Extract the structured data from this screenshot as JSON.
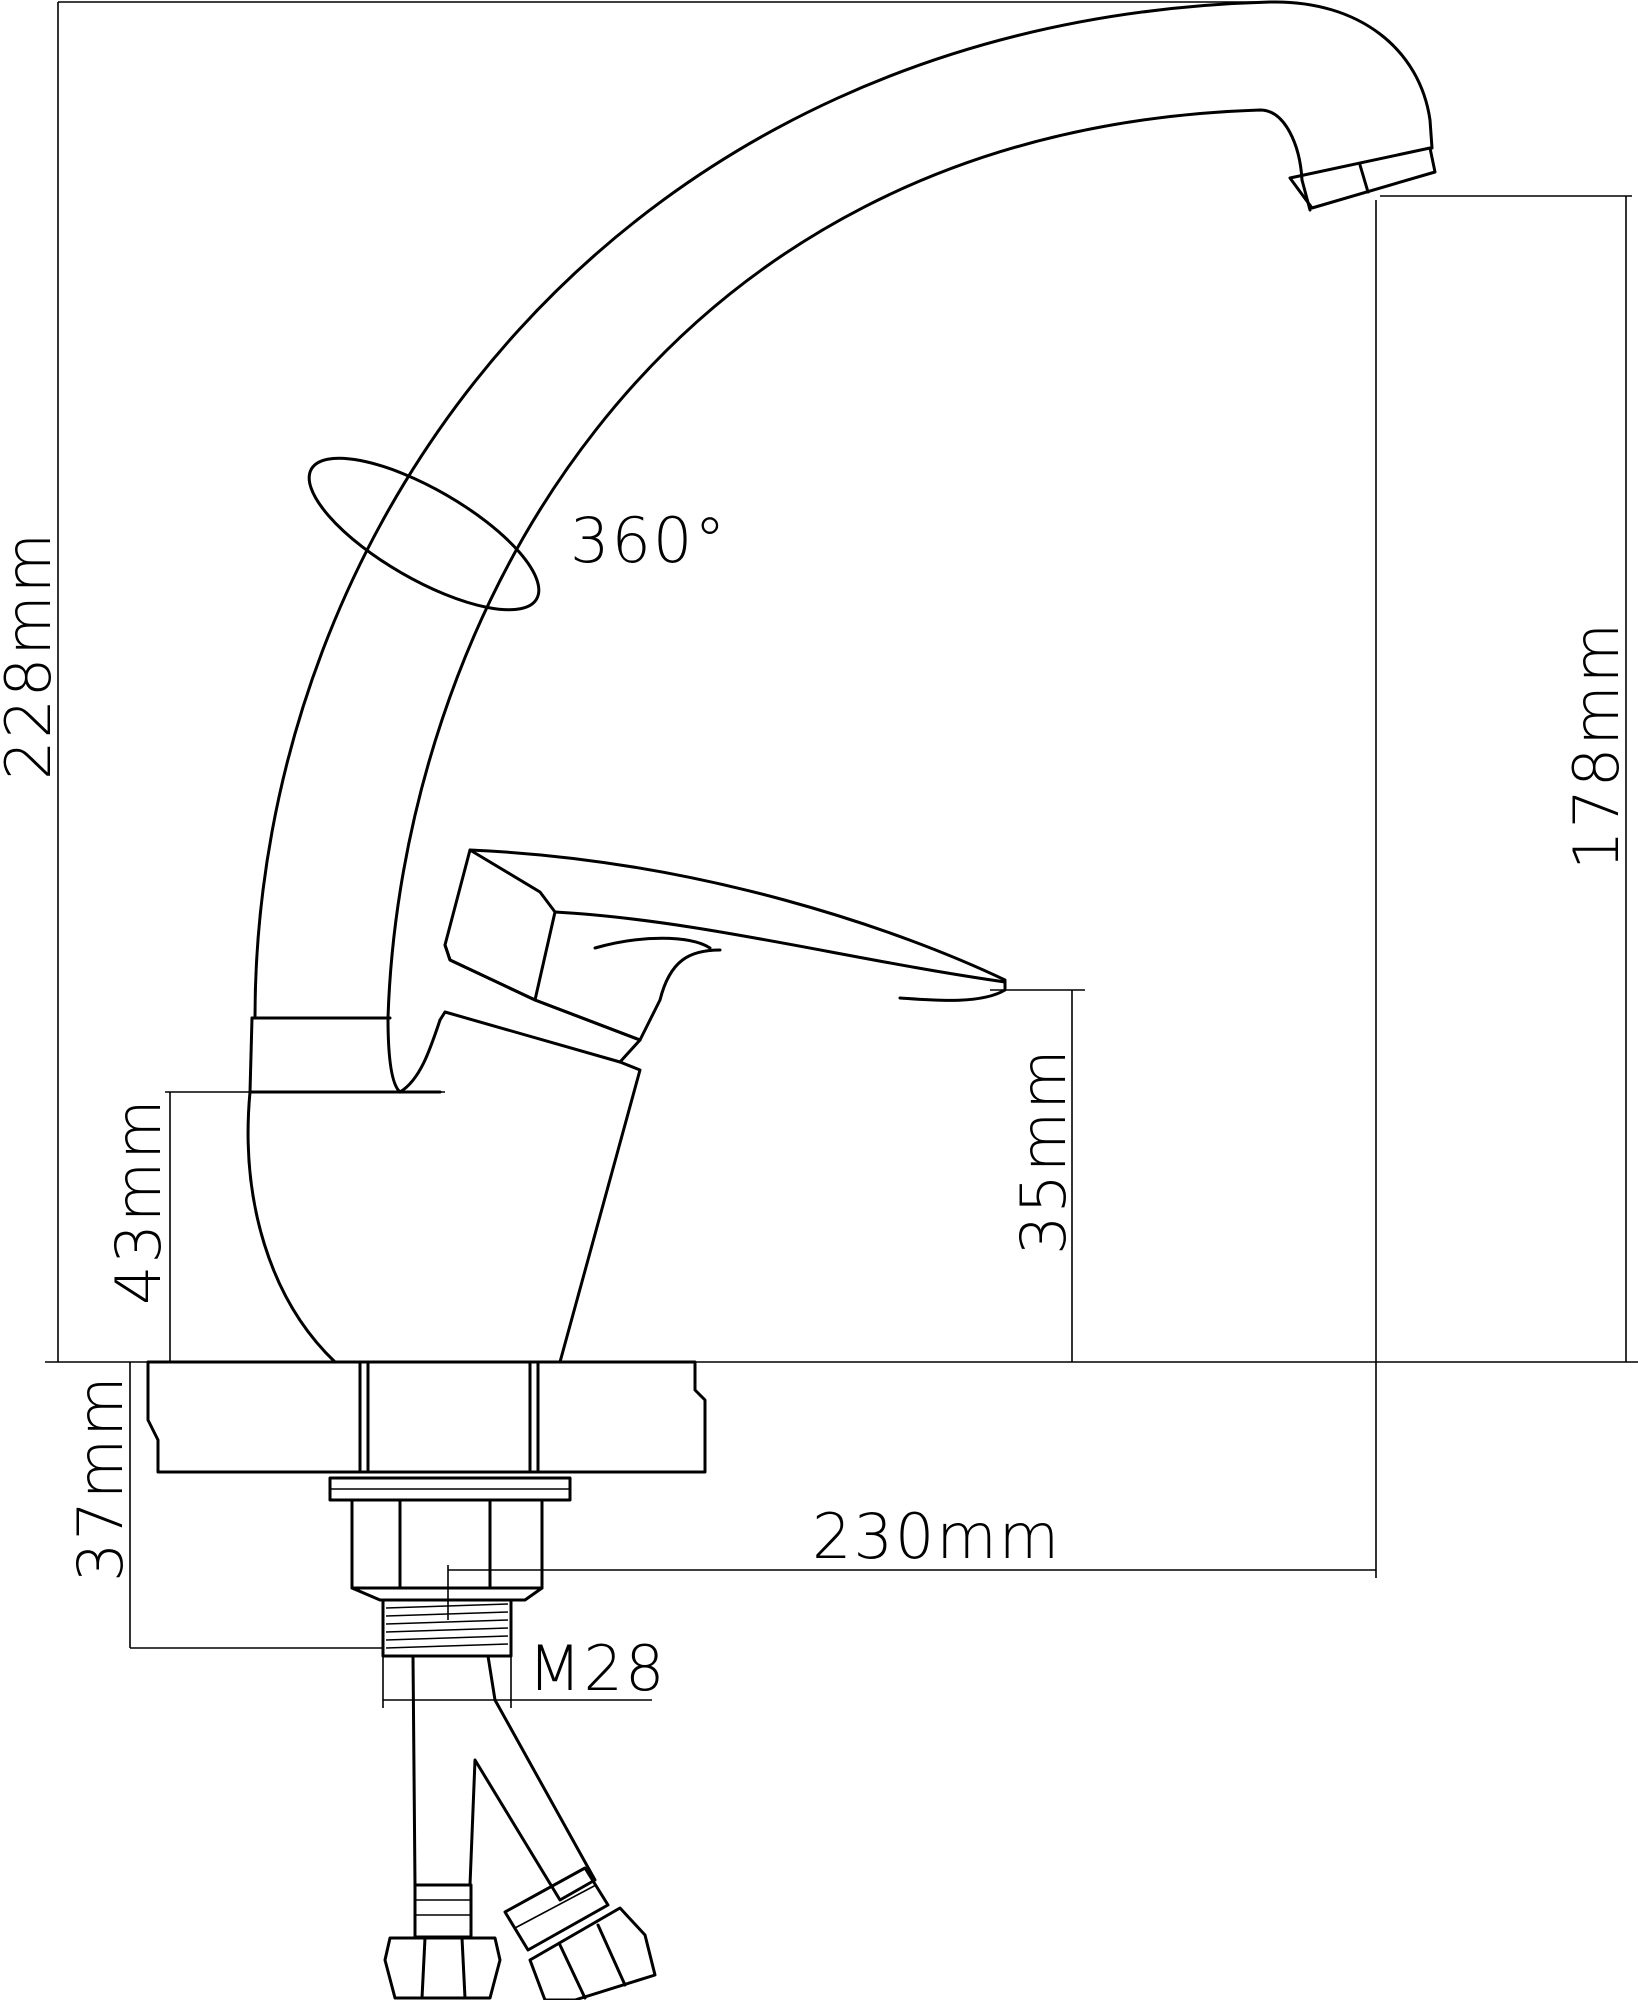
{
  "dimensions": {
    "total_height": "228mm",
    "spout_height": "178mm",
    "lever_height": "35mm",
    "base_height": "43mm",
    "under_counter_depth": "37mm",
    "spout_reach": "230mm",
    "thread_size": "M28",
    "rotation": "360°"
  },
  "colors": {
    "line": "#000000",
    "background": "#ffffff"
  }
}
